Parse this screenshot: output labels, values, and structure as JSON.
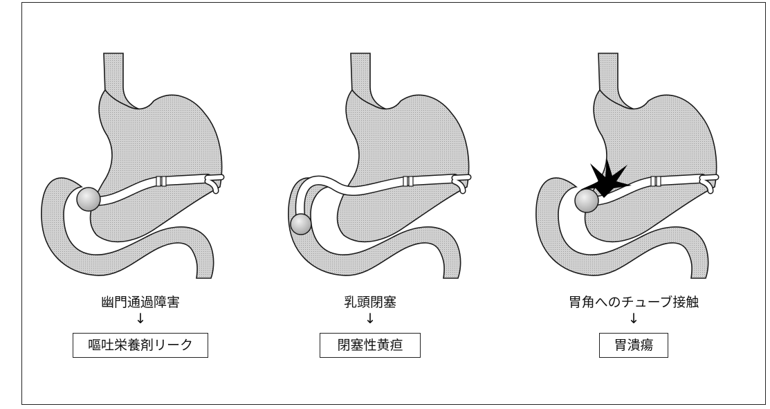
{
  "panels": [
    {
      "cause": "幽門通過障害",
      "arrow": "↓",
      "result": "嘔吐栄養剤リーク"
    },
    {
      "cause": "乳頭閉塞",
      "arrow": "↓",
      "result": "閉塞性黄疸"
    },
    {
      "cause": "胃角へのチューブ接触",
      "arrow": "↓",
      "result": "胃潰瘍"
    }
  ],
  "colors": {
    "organ_fill": "#cfcfcf",
    "outline": "#1a1a1a",
    "tube": "#ffffff",
    "balloon": "#bdbdbd",
    "contact": "#000000"
  }
}
